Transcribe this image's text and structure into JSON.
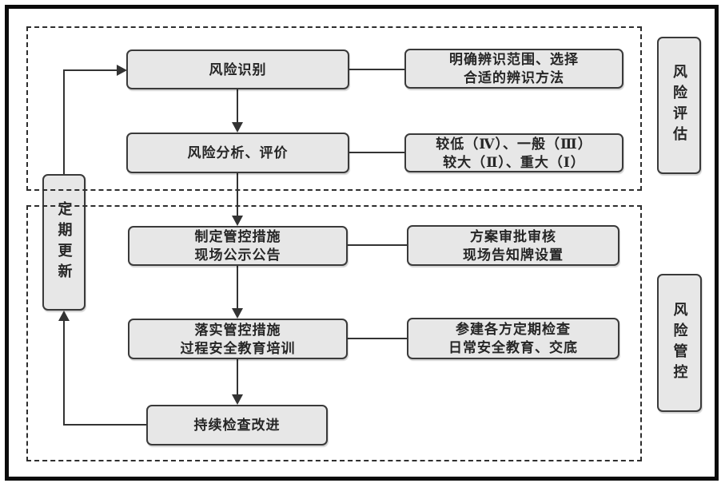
{
  "diagram": {
    "sections": [
      {
        "id": "risk-assessment",
        "label": "风险评估"
      },
      {
        "id": "risk-control",
        "label": "风险管控"
      }
    ],
    "update_node": {
      "label": "定期更新"
    },
    "flow_nodes": [
      {
        "lines": [
          "风险识别"
        ]
      },
      {
        "lines": [
          "风险分析、评价"
        ]
      },
      {
        "lines": [
          "制定管控措施",
          "现场公示公告"
        ]
      },
      {
        "lines": [
          "落实管控措施",
          "过程安全教育培训"
        ]
      },
      {
        "lines": [
          "持续检查改进"
        ]
      }
    ],
    "detail_nodes": [
      {
        "lines": [
          "明确辨识范围、选择",
          "合适的辨识方法"
        ]
      },
      {
        "lines": [
          "较低（Ⅳ）、一般（Ⅲ）",
          "较大（Ⅱ）、重大（Ⅰ）"
        ]
      },
      {
        "lines": [
          "方案审批审核",
          "现场告知牌设置"
        ]
      },
      {
        "lines": [
          "参建各方定期检查",
          "日常安全教育、交底"
        ]
      }
    ],
    "colors": {
      "node_fill": "#e7e7e7",
      "node_border": "#3a3a3a",
      "line": "#333333",
      "frame": "#0b0b0b",
      "background": "#ffffff",
      "text": "#262626"
    }
  }
}
